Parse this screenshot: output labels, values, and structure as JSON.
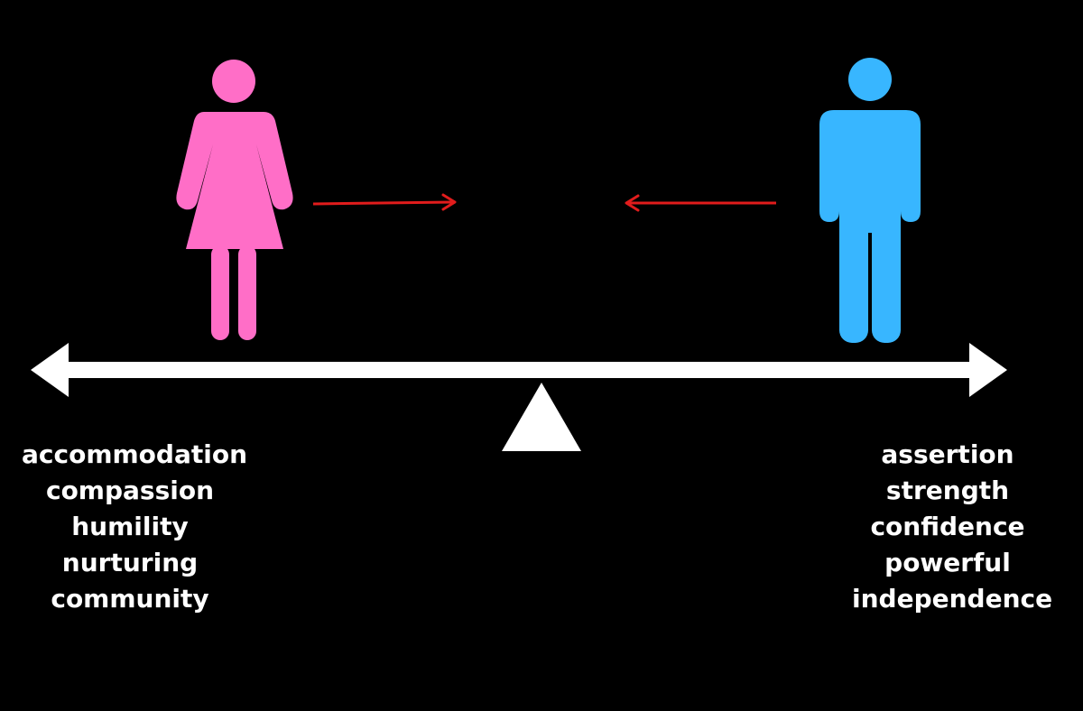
{
  "figures": {
    "left": {
      "icon": "female-figure",
      "color": "#ff6ec7"
    },
    "right": {
      "icon": "male-figure",
      "color": "#38b6ff"
    }
  },
  "arrows": {
    "color": "#e11c1c"
  },
  "seesaw": {
    "color": "#ffffff"
  },
  "traits": {
    "left": [
      "accommodation",
      "compassion",
      "humility",
      "nurturing",
      "community"
    ],
    "right": [
      "assertion",
      "strength",
      "confidence",
      "powerful",
      "independence"
    ]
  }
}
